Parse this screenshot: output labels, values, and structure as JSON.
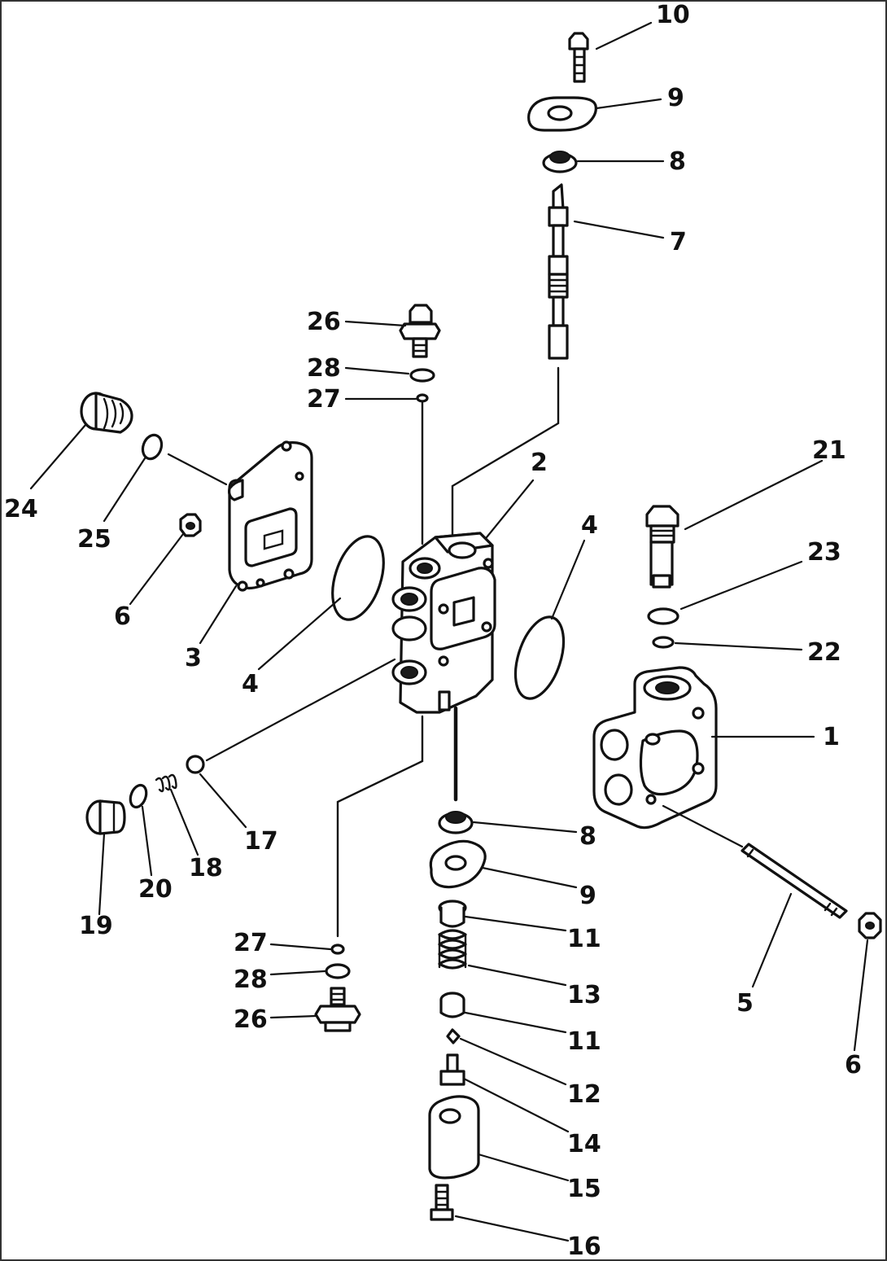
{
  "callouts": {
    "c10": "10",
    "c9a": "9",
    "c8a": "8",
    "c7": "7",
    "c26a": "26",
    "c28a": "28",
    "c27a": "27",
    "c2": "2",
    "c24": "24",
    "c25": "25",
    "c6a": "6",
    "c3": "3",
    "c4a": "4",
    "c4b": "4",
    "c21": "21",
    "c23": "23",
    "c22": "22",
    "c1": "1",
    "c17": "17",
    "c18": "18",
    "c20": "20",
    "c19": "19",
    "c8b": "8",
    "c9b": "9",
    "c11a": "11",
    "c13": "13",
    "c11b": "11",
    "c12": "12",
    "c14": "14",
    "c15": "15",
    "c16": "16",
    "c27b": "27",
    "c28b": "28",
    "c26b": "26",
    "c5": "5",
    "c6b": "6"
  }
}
